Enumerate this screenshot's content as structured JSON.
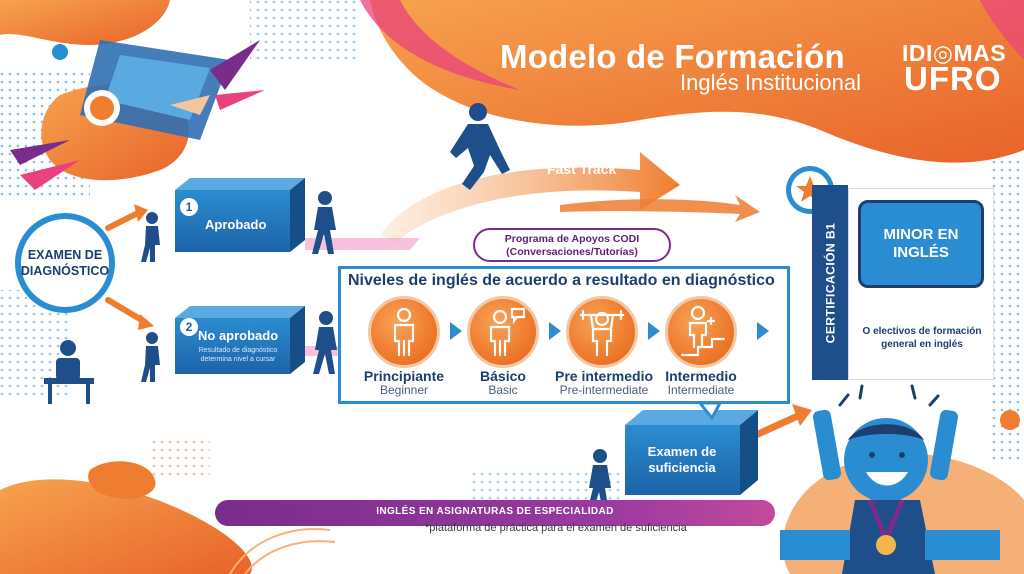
{
  "header": {
    "title": "Modelo de Formación",
    "subtitle": "Inglés Institucional",
    "brand_top": "IDI◎MAS",
    "brand_bottom": "UFRO"
  },
  "exam": {
    "label_line1": "EXAMEN DE",
    "label_line2": "DIAGNÓSTICO"
  },
  "paths": {
    "approved": {
      "number": "1",
      "label": "Aprobado"
    },
    "not_approved": {
      "number": "2",
      "label": "No aprobado",
      "note_line1": "Resultado de diagnóstico",
      "note_line2": "determina nivel a cursar"
    }
  },
  "fast_track": "Fast Track",
  "codi": {
    "line1": "Programa de Apoyos CODI",
    "line2": "(Conversaciones/Tutorías)"
  },
  "levels": {
    "title": "Niveles de inglés de acuerdo a resultado en diagnóstico",
    "items": [
      {
        "name": "Principiante",
        "english": "Beginner",
        "icon": "person-icon"
      },
      {
        "name": "Básico",
        "english": "Basic",
        "icon": "person-speaking-icon"
      },
      {
        "name": "Pre intermedio",
        "english": "Pre-intermediate",
        "icon": "person-lifting-icon"
      },
      {
        "name": "Intermedio",
        "english": "Intermediate",
        "icon": "person-climbing-icon"
      }
    ]
  },
  "certification": "CERTIFICACIÓN B1",
  "minor": {
    "title_line1": "MINOR EN",
    "title_line2": "INGLÉS",
    "sub_line1": "O electivos de formación",
    "sub_line2": "general en inglés"
  },
  "sufficiency": {
    "line1": "Examen de",
    "line2": "suficiencia"
  },
  "specialty": "INGLÉS EN ASIGNATURAS DE ESPECIALIDAD",
  "platform": "*plataforma de práctica para el examen de suficiencia",
  "colors": {
    "orange": "#ef7d2f",
    "blue": "#2b8dd1",
    "navy": "#1c3f6e",
    "purple": "#7a2c8c"
  }
}
